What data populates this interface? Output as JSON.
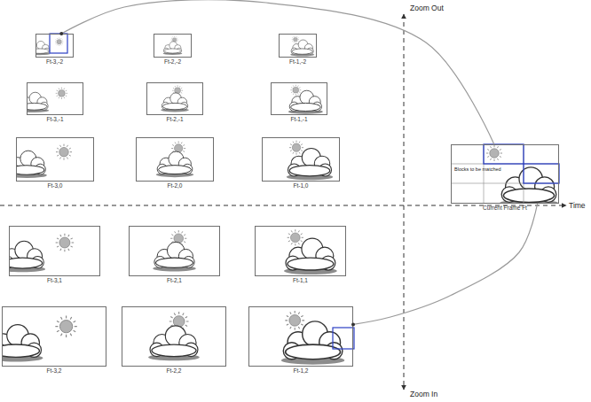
{
  "diagram": {
    "nodes": [
      {
        "text": [
          "Ft-3,-2"
        ]
      },
      {
        "text": [
          "Ft-2,-2"
        ]
      },
      {
        "text": [
          "Ft-1,-2"
        ]
      },
      {
        "text": [
          "Ft-3,-1"
        ]
      },
      {
        "text": [
          "Ft-2,-1"
        ]
      },
      {
        "text": [
          "Ft-1,-1"
        ]
      },
      {
        "text": [
          "Ft-3,0"
        ]
      },
      {
        "text": [
          "Ft-2,0"
        ]
      },
      {
        "text": [
          "Ft-1,0"
        ]
      },
      {
        "text": [
          "Blocks to be matched",
          "Current Frame Ft"
        ]
      },
      {
        "text": [
          "Ft-3,1"
        ]
      },
      {
        "text": [
          "Ft-2,1"
        ]
      },
      {
        "text": [
          "Ft-1,1"
        ]
      },
      {
        "text": [
          "Ft-3,2"
        ]
      },
      {
        "text": [
          "Ft-2,2"
        ]
      },
      {
        "text": [
          "Ft-1,2"
        ]
      }
    ],
    "edges": [
      {
        "from": 9,
        "to": 0,
        "arrow": "none"
      },
      {
        "from": 9,
        "to": 15,
        "arrow": "none"
      }
    ],
    "labels": [
      "Zoom Out",
      "Zoom In",
      "Time"
    ]
  }
}
